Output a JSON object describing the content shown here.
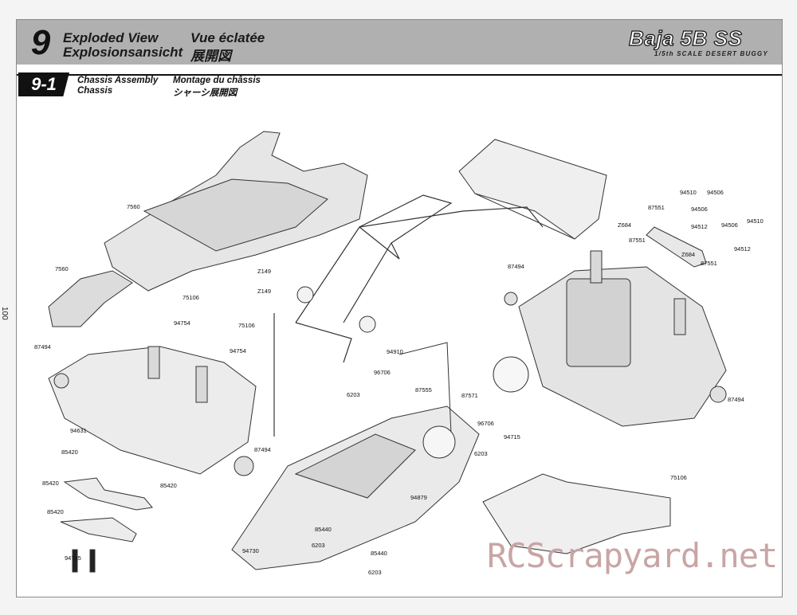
{
  "section": {
    "number": "9",
    "title_en": "Exploded View",
    "title_de": "Explosionsansicht",
    "title_fr": "Vue éclatée",
    "title_ja": "展開図"
  },
  "logo": {
    "name": "Baja 5B SS",
    "tagline": "1/5th SCALE DESERT BUGGY"
  },
  "subsection": {
    "number": "9-1",
    "title_en": "Chassis Assembly",
    "title_de": "Chassis",
    "title_fr": "Montage du châssis",
    "title_ja": "シャーシ展開図"
  },
  "page_number": "100",
  "watermark": "RCScrapyard.net",
  "parts": [
    {
      "id": "p7560a",
      "label": "7560"
    },
    {
      "id": "p7560b",
      "label": "7560"
    },
    {
      "id": "pz149a",
      "label": "Z149"
    },
    {
      "id": "pz149b",
      "label": "Z149"
    },
    {
      "id": "p75106a",
      "label": "75106"
    },
    {
      "id": "p94754a",
      "label": "94754"
    },
    {
      "id": "p75106b",
      "label": "75106"
    },
    {
      "id": "p94754b",
      "label": "94754"
    },
    {
      "id": "p87494a",
      "label": "87494"
    },
    {
      "id": "p94910",
      "label": "94910"
    },
    {
      "id": "p96706a",
      "label": "96706"
    },
    {
      "id": "p6203a",
      "label": "6203"
    },
    {
      "id": "p87555",
      "label": "87555"
    },
    {
      "id": "p87571",
      "label": "87571"
    },
    {
      "id": "p96706b",
      "label": "96706"
    },
    {
      "id": "p94715",
      "label": "94715"
    },
    {
      "id": "p6203b",
      "label": "6203"
    },
    {
      "id": "p94631",
      "label": "94631"
    },
    {
      "id": "p85420a",
      "label": "85420"
    },
    {
      "id": "p85420b",
      "label": "85420"
    },
    {
      "id": "p85420c",
      "label": "85420"
    },
    {
      "id": "p85420d",
      "label": "85420"
    },
    {
      "id": "p87494b",
      "label": "87494"
    },
    {
      "id": "p94735",
      "label": "94735"
    },
    {
      "id": "p94730",
      "label": "94730"
    },
    {
      "id": "p85440a",
      "label": "85440"
    },
    {
      "id": "p6203c",
      "label": "6203"
    },
    {
      "id": "p85440b",
      "label": "85440"
    },
    {
      "id": "p6203d",
      "label": "6203"
    },
    {
      "id": "p94879",
      "label": "94879"
    },
    {
      "id": "p75106c",
      "label": "75106"
    },
    {
      "id": "p87494c",
      "label": "87494"
    },
    {
      "id": "p87494d",
      "label": "87494"
    },
    {
      "id": "p94510a",
      "label": "94510"
    },
    {
      "id": "p94506a",
      "label": "94506"
    },
    {
      "id": "p87551a",
      "label": "87551"
    },
    {
      "id": "p94506b",
      "label": "94506"
    },
    {
      "id": "p94512a",
      "label": "94512"
    },
    {
      "id": "pz684a",
      "label": "Z684"
    },
    {
      "id": "p94506c",
      "label": "94506"
    },
    {
      "id": "p94510b",
      "label": "94510"
    },
    {
      "id": "p87551b",
      "label": "87551"
    },
    {
      "id": "p94512b",
      "label": "94512"
    },
    {
      "id": "pz684b",
      "label": "Z684"
    },
    {
      "id": "p87551c",
      "label": "87551"
    }
  ]
}
